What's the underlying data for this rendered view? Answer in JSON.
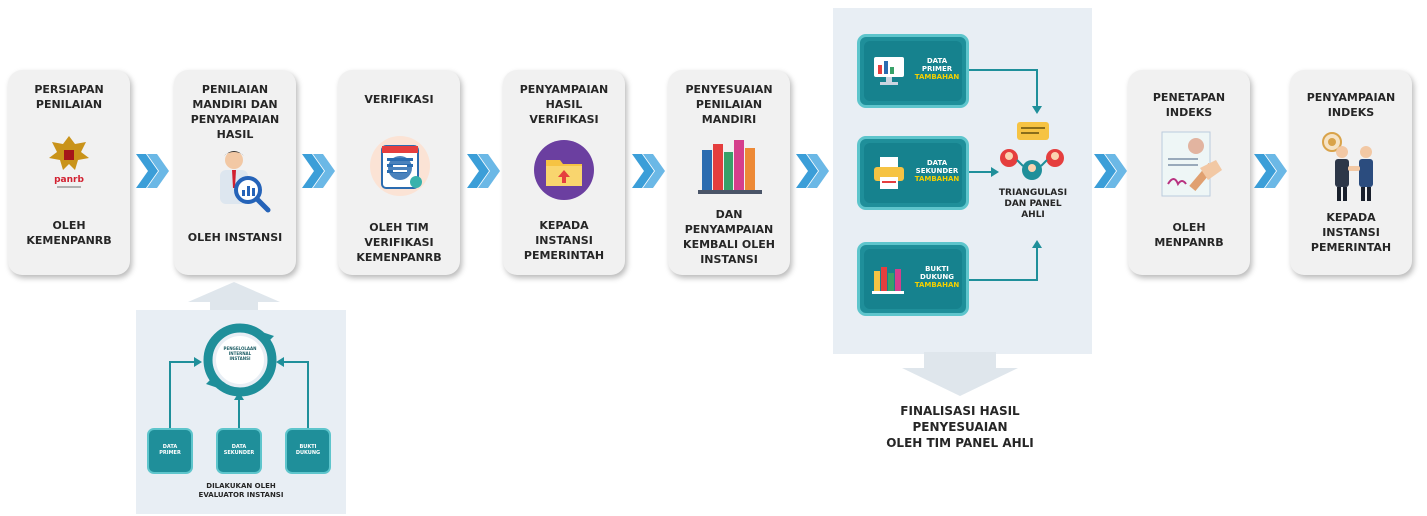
{
  "steps": [
    {
      "title": "PERSIAPAN\nPENILAIAN",
      "bottom": "OLEH\nKEMENPANRB",
      "icon": "garuda-panrb-logo"
    },
    {
      "title": "PENILAIAN\nMANDIRI DAN\nPENYAMPAIAN\nHASIL",
      "bottom": "OLEH INSTANSI",
      "icon": "person-analysis-icon"
    },
    {
      "title": "VERIFIKASI",
      "bottom": "OLEH TIM\nVERIFIKASI\nKEMENPANRB",
      "icon": "document-check-icon"
    },
    {
      "title": "PENYAMPAIAN\nHASIL\nVERIFIKASI",
      "bottom": "KEPADA\nINSTANSI\nPEMERINTAH",
      "icon": "folder-upload-icon"
    },
    {
      "title": "PENYESUAIAN\nPENILAIAN\nMANDIRI",
      "bottom": "DAN\nPENYAMPAIAN\nKEMBALI OLEH\nINSTANSI",
      "icon": "books-icon"
    },
    {
      "title": "PENETAPAN\nINDEKS",
      "bottom": "OLEH\nMENPANRB",
      "icon": "signed-certificate-icon"
    },
    {
      "title": "PENYAMPAIAN\nINDEKS",
      "bottom": "KEPADA\nINSTANSI\nPEMERINTAH",
      "icon": "handshake-award-icon"
    }
  ],
  "panel_sources": [
    {
      "label": "DATA\nPRIMER",
      "sub": "TAMBAHAN",
      "icon": "monitor-data-icon"
    },
    {
      "label": "DATA\nSEKUNDER",
      "sub": "TAMBAHAN",
      "icon": "printer-icon"
    },
    {
      "label": "BUKTI\nDUKUNG",
      "sub": "TAMBAHAN",
      "icon": "books-icon"
    }
  ],
  "triangulation_label": "TRIANGULASI\nDAN PANEL\nAHLI",
  "finalization_caption": "FINALISASI HASIL\nPENYESUAIAN\nOLEH TIM PANEL AHLI",
  "evaluator": {
    "cycle_label": "PENGELOLAAN\nINTERNAL\nINSTANSI",
    "boxes": [
      "DATA\nPRIMER",
      "DATA\nSEKUNDER",
      "BUKTI\nDUKUNG"
    ],
    "caption": "DILAKUKAN OLEH\nEVALUATOR INSTANSI"
  },
  "colors": {
    "teal": "#1f8f9a",
    "chevron": "#3b9ed8",
    "panel": "#e8eef4",
    "card": "#f1f1f1",
    "accent_yellow": "#f5d000"
  }
}
